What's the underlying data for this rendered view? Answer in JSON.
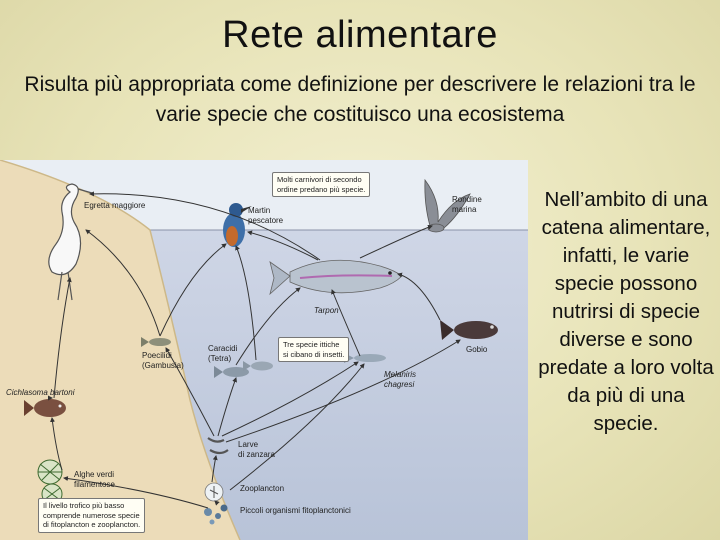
{
  "slide": {
    "title": "Rete alimentare",
    "subtitle": "Risulta più appropriata come definizione per descrivere le relazioni tra le varie specie che costituisco una ecosistema",
    "side_text": "Nell’ambito di una catena alimentare, infatti, le varie specie possono nutrirsi di specie diverse e sono predate a loro volta da più di una specie."
  },
  "figure": {
    "labels": {
      "egretta": "Egretta maggiore",
      "martin": "Martin\npescatore",
      "rondine": "Rondine\nmarina",
      "carnivori": "Molti carnivori di secondo\nordine predano più specie.",
      "tarpon": "Tarpon",
      "poecilidi": "Poecilidi\n(Gambusia)",
      "caracidi": "Caracidi\n(Tetra)",
      "tre_specie": "Tre specie ittiche\nsi cibano di insetti.",
      "gobio": "Gobio",
      "cichlasoma": "Cichlasoma bartoni",
      "melaniris": "Melaniris\nchagresi",
      "larve": "Larve\ndi zanzara",
      "alghe": "Alghe verdi\nfilamentose",
      "zooplancton": "Zooplancton",
      "livello_trofico": "Il livello trofico più basso\ncomprende numerose specie\ndi fitoplancton e zooplancton.",
      "piccoli": "Piccoli organismi fitoplanctonici"
    }
  }
}
